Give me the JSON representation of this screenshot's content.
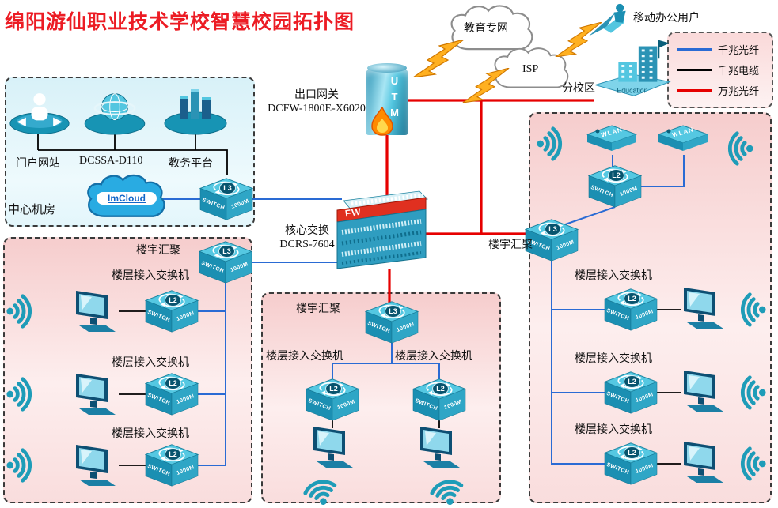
{
  "title": "绵阳游仙职业技术学校智慧校园拓扑图",
  "legend": {
    "items": [
      {
        "label": "千兆光纤",
        "color": "#2a6bd4"
      },
      {
        "label": "千兆电缆",
        "color": "#000000"
      },
      {
        "label": "万兆光纤",
        "color": "#e60000"
      }
    ]
  },
  "external": {
    "edu_cloud": "教育专网",
    "isp_cloud": "ISP",
    "mobile_user": "移动办公用户",
    "branch_campus": "分校区",
    "branch_building_text": "Education"
  },
  "gateway": {
    "name": "出口网关",
    "model": "DCFW-1800E-X6020",
    "device": "UTM"
  },
  "core": {
    "name": "核心交换",
    "model": "DCRS-7604",
    "flag": "FW"
  },
  "server_room": {
    "label": "中心机房",
    "portal": "门户网站",
    "dcssa": "DCSSA-D110",
    "edu_platform": "教务平台",
    "cloud": "ImCloud"
  },
  "switch_text": {
    "front": "SWITCH",
    "side": "1000M",
    "l2": "L2",
    "l3": "L3"
  },
  "ap_label": "WLAN",
  "section_labels": {
    "aggregation": "楼宇汇聚",
    "floor_access": "楼层接入交换机"
  }
}
